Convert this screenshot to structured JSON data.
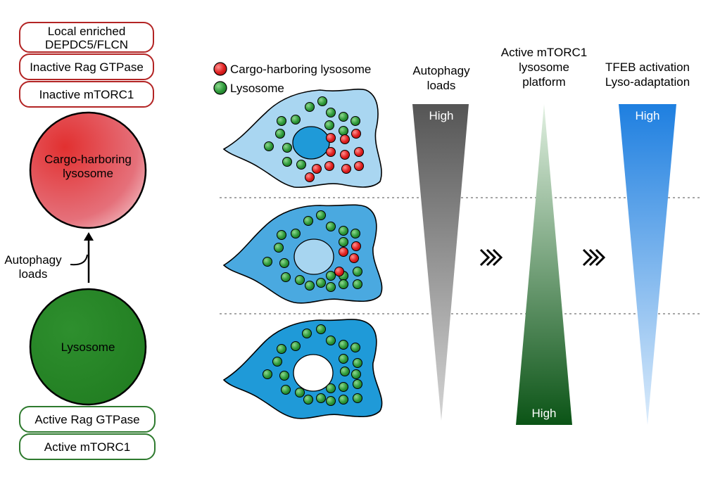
{
  "left_panel": {
    "top_boxes": [
      "Local enriched\nDEPDC5/FLCN",
      "Inactive Rag GTPase",
      "Inactive mTORC1"
    ],
    "top_circle_label": "Cargo-harboring\nlysosome",
    "arrow_label": "Autophagy\nloads",
    "bottom_circle_label": "Lysosome",
    "bottom_boxes": [
      "Active Rag GTPase",
      "Active mTORC1"
    ]
  },
  "legend": {
    "items": [
      {
        "label": "Cargo-harboring lysosome",
        "color": "#d42020"
      },
      {
        "label": "Lysosome",
        "color": "#2e9a3a"
      }
    ]
  },
  "cells": [
    {
      "cargo_level": "high",
      "nucleus_color": "#1f9ad8",
      "cytoplasm_color": "#a7d5f0"
    },
    {
      "cargo_level": "medium",
      "nucleus_color": "#a7d5f0",
      "cytoplasm_color": "#4aa9e0"
    },
    {
      "cargo_level": "none",
      "nucleus_color": "#ffffff",
      "cytoplasm_color": "#1f9ad8"
    }
  ],
  "gradients": [
    {
      "title": "Autophagy\nloads",
      "high_label": "High",
      "direction": "down",
      "color_high": "#5a5a5a",
      "color_low": "#d0d0d0"
    },
    {
      "title": "Active mTORC1\nlysosome\nplatform",
      "high_label": "High",
      "direction": "up",
      "color_high": "#0e5a18",
      "color_low": "#dbeedb"
    },
    {
      "title": "TFEB activation\nLyso-adaptation",
      "high_label": "High",
      "direction": "down",
      "color_high": "#1e7fe0",
      "color_low": "#d5e9fb"
    }
  ],
  "colors": {
    "box_red_border": "#b32424",
    "box_green_border": "#2e7a2e",
    "red_circle": "#d62a2a",
    "green_circle": "#2e8f2e"
  }
}
